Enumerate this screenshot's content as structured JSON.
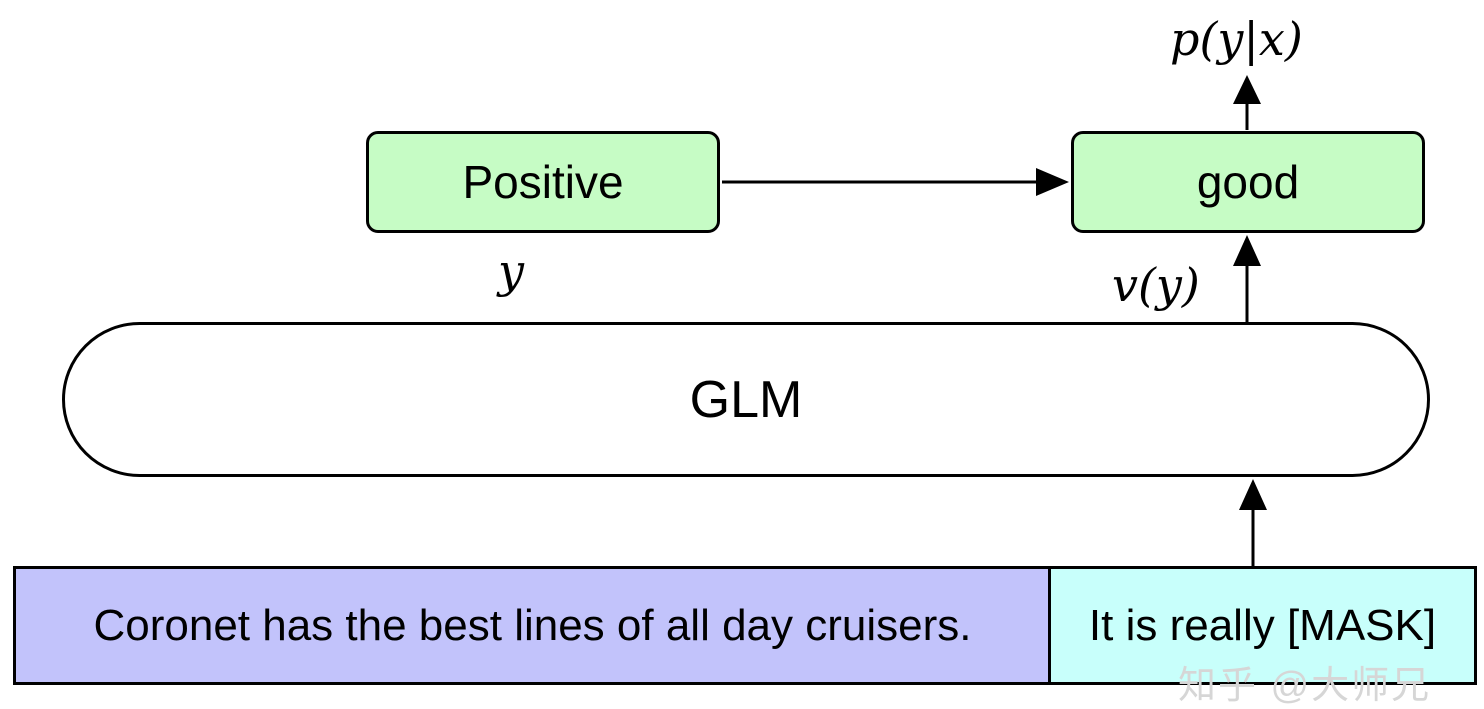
{
  "nodes": {
    "positive": "Positive",
    "good": "good",
    "glm": "GLM",
    "sentence": "Coronet has the best lines of all day cruisers.",
    "prompt": "It is really [MASK]"
  },
  "labels": {
    "y": "y",
    "vy": "v(y)",
    "pyx": "p(y|x)"
  },
  "watermark": "知乎 @大师兄",
  "colors": {
    "label_box": "#c6fcc5",
    "input_box": "#c2c3fb",
    "prompt_box": "#c8fffb",
    "stroke": "#000000"
  }
}
